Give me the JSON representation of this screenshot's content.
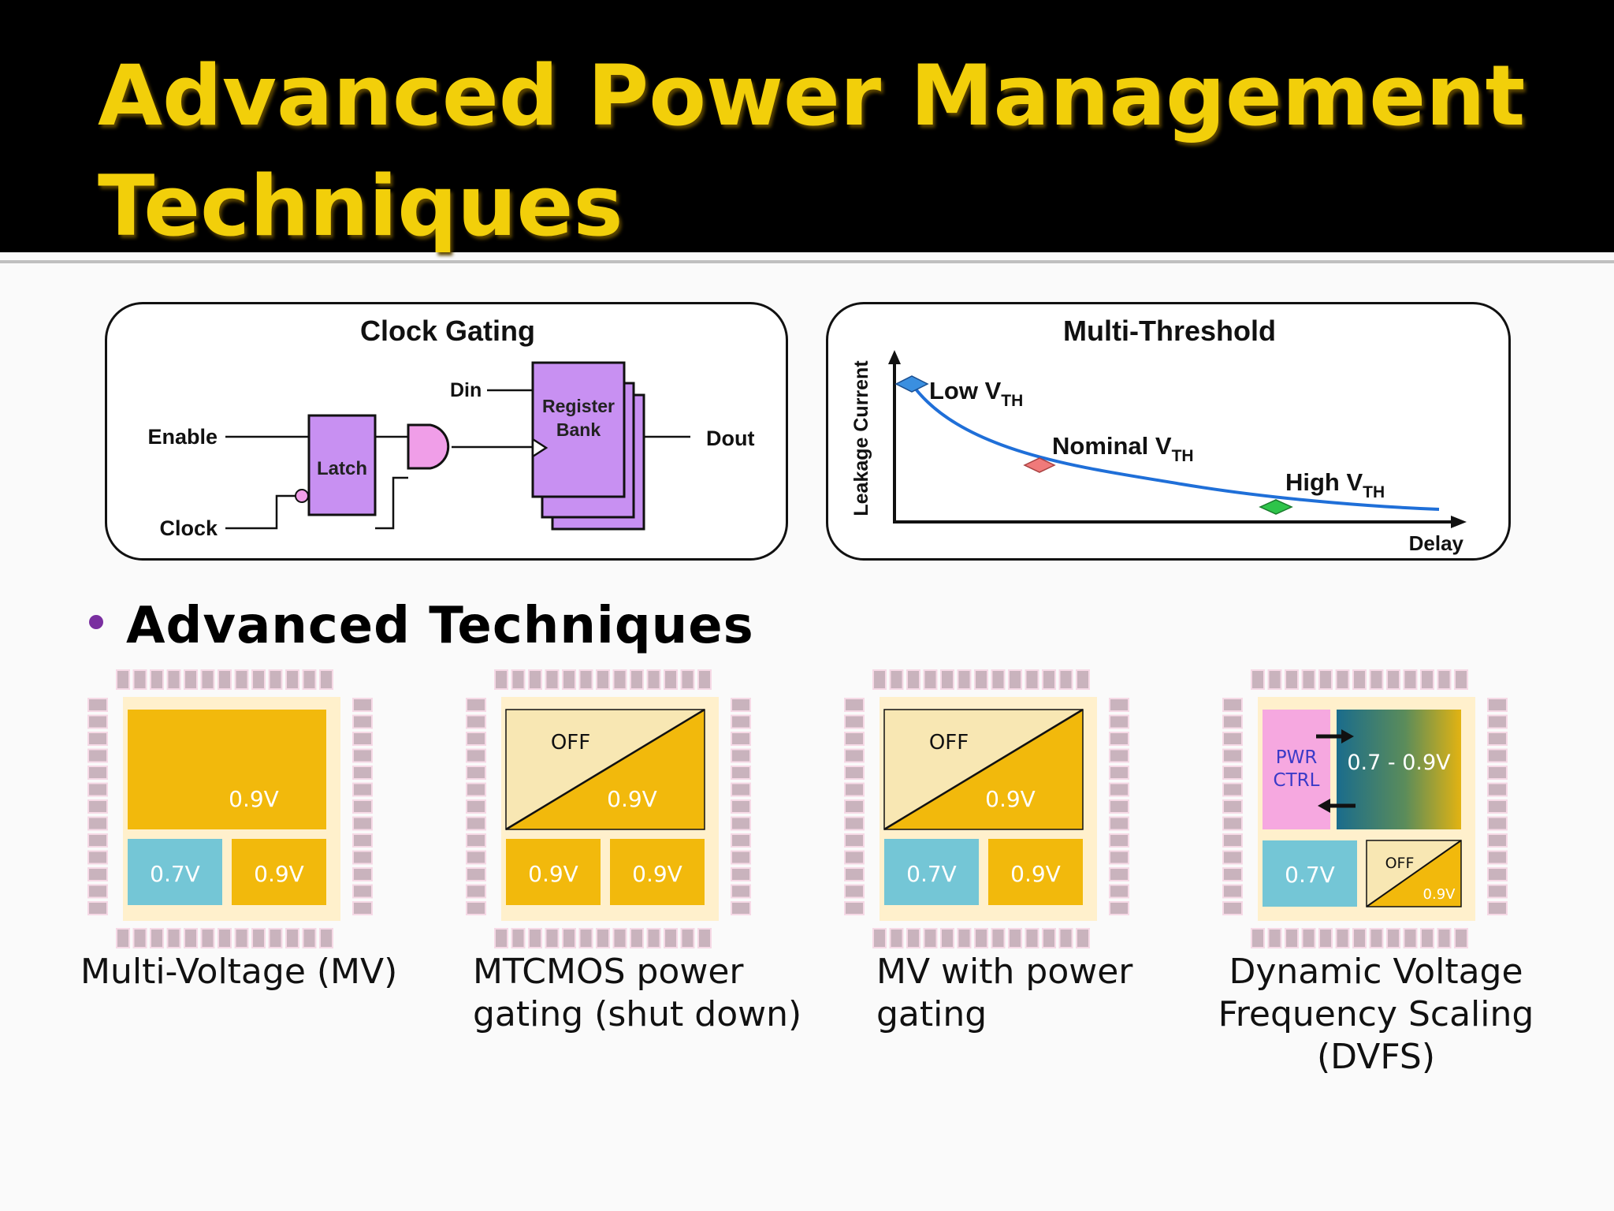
{
  "slide": {
    "title_line1": "Advanced Power Management",
    "title_line2": "Techniques"
  },
  "clock_gating": {
    "title": "Clock Gating",
    "enable_label": "Enable",
    "clock_label": "Clock",
    "latch_label": "Latch",
    "din_label": "Din",
    "register_line1": "Register",
    "register_line2": "Bank",
    "dout_label": "Dout"
  },
  "multi_threshold": {
    "title": "Multi-Threshold",
    "ylabel": "Leakage Current",
    "xlabel": "Delay",
    "points": [
      {
        "label": "Low V",
        "sub": "TH",
        "color": "#3a8fe0"
      },
      {
        "label": "Nominal V",
        "sub": "TH",
        "color": "#f07a7a"
      },
      {
        "label": "High V",
        "sub": "TH",
        "color": "#2ec44a"
      }
    ]
  },
  "advanced": {
    "bullet": "Advanced Techniques",
    "chips": [
      {
        "caption_lines": [
          "Multi-Voltage (MV)"
        ],
        "top_label": "0.9V",
        "top_off": false,
        "off_label": "",
        "bottom_left": "0.7V",
        "bottom_left_color": "#74c6d6",
        "bottom_right": "0.9V"
      },
      {
        "caption_lines": [
          "MTCMOS power",
          "gating (shut down)"
        ],
        "top_label": "0.9V",
        "top_off": true,
        "off_label": "OFF",
        "bottom_left": "0.9V",
        "bottom_left_color": "#f2b90c",
        "bottom_right": "0.9V"
      },
      {
        "caption_lines": [
          "MV with power",
          "gating"
        ],
        "top_label": "0.9V",
        "top_off": true,
        "off_label": "OFF",
        "bottom_left": "0.7V",
        "bottom_left_color": "#74c6d6",
        "bottom_right": "0.9V"
      },
      {
        "caption_lines": [
          "Dynamic Voltage",
          "Frequency Scaling",
          "(DVFS)"
        ],
        "pwr_line1": "PWR",
        "pwr_line2": "CTRL",
        "top_label": "0.7 - 0.9V",
        "bottom_left": "0.7V",
        "bottom_left_color": "#74c6d6",
        "off_label": "OFF",
        "bottom_right": "0.9V"
      }
    ]
  },
  "colors": {
    "title": "#f2cf0a",
    "domain_on": "#f2b90c",
    "domain_off": "#f8e7b3",
    "domain_low": "#74c6d6",
    "latch_fill": "#c890f2",
    "and_gate_fill": "#f09ee8",
    "curve": "#1f6fd8",
    "pwr_ctrl": "#f6a8e0",
    "bullet": "#7a2fa0"
  }
}
